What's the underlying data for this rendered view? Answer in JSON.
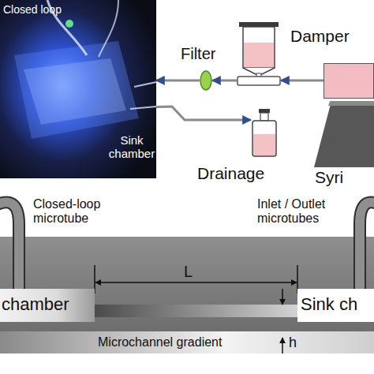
{
  "diagram": {
    "nodes": [
      {
        "text": [
          "Closed loop",
          "Sink chamber"
        ]
      },
      {
        "text": [
          "Filter"
        ]
      },
      {
        "text": [
          "Damper"
        ]
      },
      {
        "text": [
          "Drainage"
        ]
      },
      {
        "text": [
          "Syri"
        ]
      },
      {
        "text": [
          "chamber"
        ]
      },
      {
        "text": [
          "Sink ch"
        ]
      }
    ],
    "edges": [
      {
        "from": 4,
        "to": 2,
        "arrow": "to"
      },
      {
        "from": 2,
        "to": 1,
        "arrow": "to"
      },
      {
        "from": 1,
        "to": 0,
        "arrow": "to"
      },
      {
        "from": 0,
        "to": 3,
        "arrow": "to"
      }
    ],
    "labels": [
      "Closed-loop microtube",
      "Inlet / Outlet microtubes",
      "L",
      "Microchannel gradient",
      "h"
    ]
  }
}
